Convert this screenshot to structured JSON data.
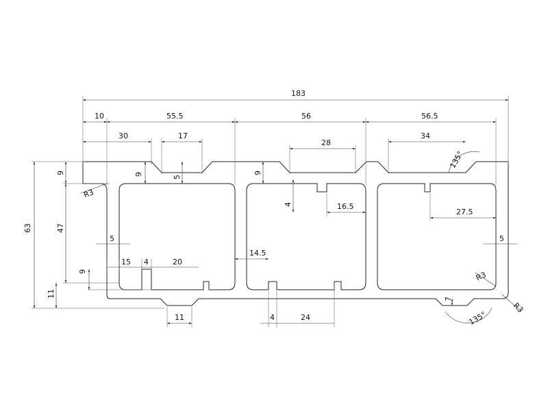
{
  "drawing": {
    "overall_width": "183",
    "overall_height": "63",
    "top_segments": [
      "10",
      "55.5",
      "56",
      "56.5"
    ],
    "notch_left_offset": "30",
    "notch_left_width": "17",
    "notch_mid_width": "28",
    "notch_right_offset": "34",
    "angle_top": "135°",
    "angle_bottom": "135°",
    "left_top_depth": "9",
    "left_inner_height": "47",
    "left_bottom_depth": "11",
    "left_slot_height": "9",
    "radius_top_left": "R3",
    "radius_inner_right": "R3",
    "radius_outer_bottom_right": "R3",
    "notch_depth_left": "9",
    "notch_small_depth": "5",
    "notch_depth_mid": "9",
    "tab_height_mid": "4",
    "mid_tab_offset": "16.5",
    "right_tab_offset": "27.5",
    "wall_right": "5",
    "wall_left": "5",
    "web_mid": "14.5",
    "bottom_slot_15": "15",
    "bottom_slot_4": "4",
    "bottom_slot_20": "20",
    "foot_left_width": "11",
    "bottom_tab_4": "4",
    "bottom_tab_24": "24",
    "foot_right_height": "7"
  }
}
